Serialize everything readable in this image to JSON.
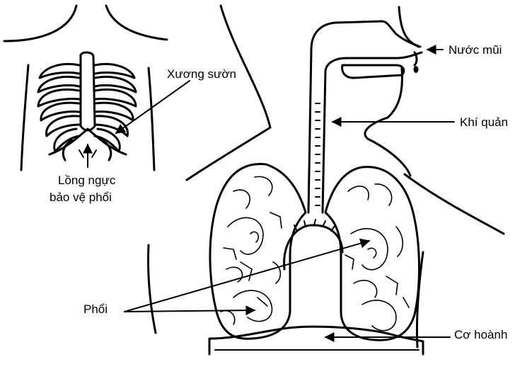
{
  "labels": {
    "nostril": "Nước mũi",
    "trachea": "Khí quản",
    "ribs": "Xương sườn",
    "ribcage_line1": "Lồng ngực",
    "ribcage_line2": "bảo vệ phổi",
    "lungs": "Phổi",
    "diaphragm": "Cơ hoành"
  }
}
